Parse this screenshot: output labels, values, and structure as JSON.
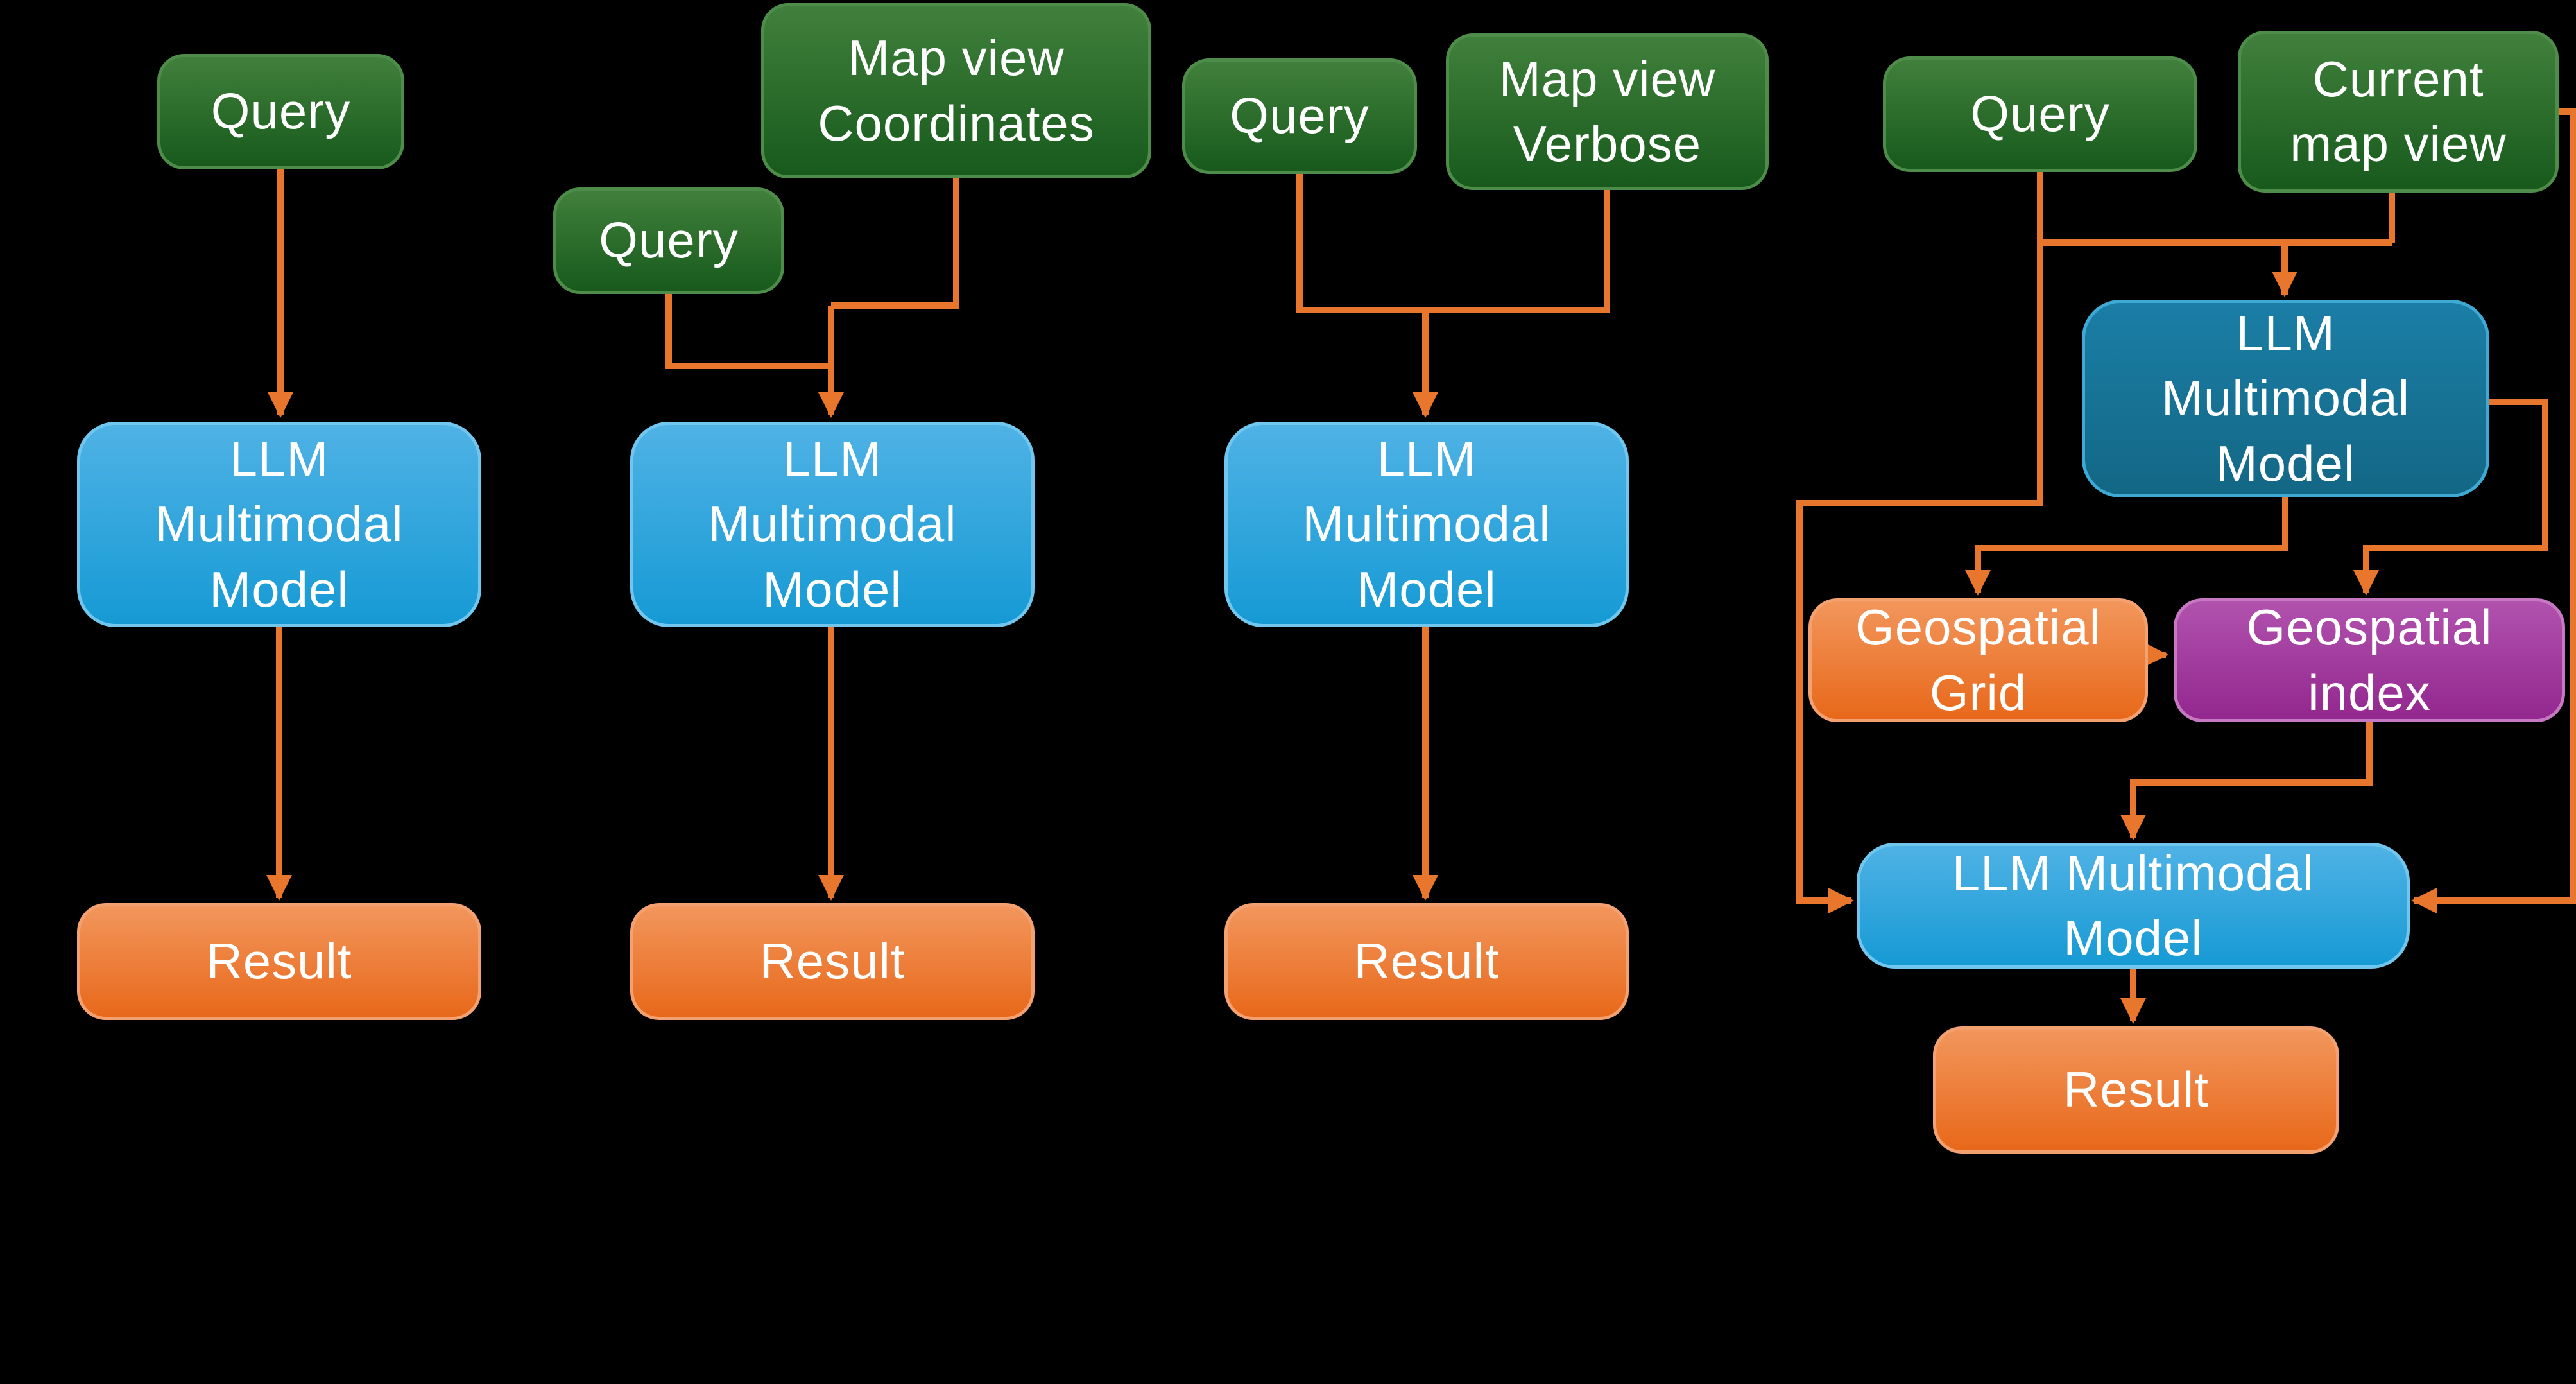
{
  "palette": {
    "background": "#000000",
    "text-color": "#FFFFFF",
    "arrow-color": "#E8772D",
    "green-top": "#41803C",
    "green-bottom": "#175A1C",
    "green-border": "#4E8C49",
    "blue-top": "#4FB2E5",
    "blue-bottom": "#169AD4",
    "blue-border": "#71C6EE",
    "darkblue-top": "#1B7EA6",
    "darkblue-bottom": "#136785",
    "darkblue-border": "#3FA9D6",
    "orange-top": "#F2965C",
    "orange-bottom": "#E8681A",
    "orange-border": "#F4A171",
    "purple-top": "#B152AE",
    "purple-bottom": "#93278F",
    "purple-border": "#C678C2"
  },
  "diagrams": {
    "d1": {
      "query": "Query",
      "llm": [
        "LLM",
        "Multimodal",
        "Model"
      ],
      "result": "Result"
    },
    "d2": {
      "map_view_coordinates": [
        "Map view",
        "Coordinates"
      ],
      "query": "Query",
      "llm": [
        "LLM",
        "Multimodal",
        "Model"
      ],
      "result": "Result"
    },
    "d3": {
      "query": "Query",
      "map_view_verbose": [
        "Map view",
        "Verbose"
      ],
      "llm": [
        "LLM",
        "Multimodal",
        "Model"
      ],
      "result": "Result"
    },
    "d4": {
      "query": "Query",
      "current_map_view": [
        "Current",
        "map view"
      ],
      "llm_planner": [
        "LLM",
        "Multimodal",
        "Model"
      ],
      "geospatial_grid": [
        "Geospatial",
        "Grid"
      ],
      "geospatial_index": [
        "Geospatial",
        "index"
      ],
      "llm_final": [
        "LLM Multimodal",
        "Model"
      ],
      "result": "Result"
    }
  }
}
